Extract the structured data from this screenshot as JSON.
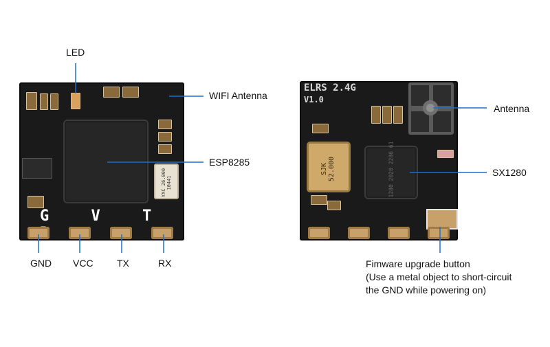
{
  "left_module": {
    "labels": {
      "led": "LED",
      "wifi_antenna": "WIFI Antenna",
      "mcu": "ESP8285",
      "gnd": "GND",
      "vcc": "VCC",
      "tx": "TX",
      "rx": "RX"
    },
    "silkscreen": "G V T R",
    "crystal_text": "YXC 26.000 10441"
  },
  "right_module": {
    "labels": {
      "antenna": "Antenna",
      "radio": "SX1280",
      "button_line1": "Fimware upgrade button",
      "button_line2": "(Use a metal object to short-circuit",
      "button_line3": "the GND while powering on)"
    },
    "board_title": "ELRS 2.4G",
    "board_version": "V1.0",
    "crystal_text": "SJK 52.000",
    "chip_text": "1280 2020 2286 61"
  },
  "colors": {
    "pcb": "#1a1a1a",
    "pad_gold": "#c8a06a",
    "leader_line": "#1a6fc9"
  }
}
